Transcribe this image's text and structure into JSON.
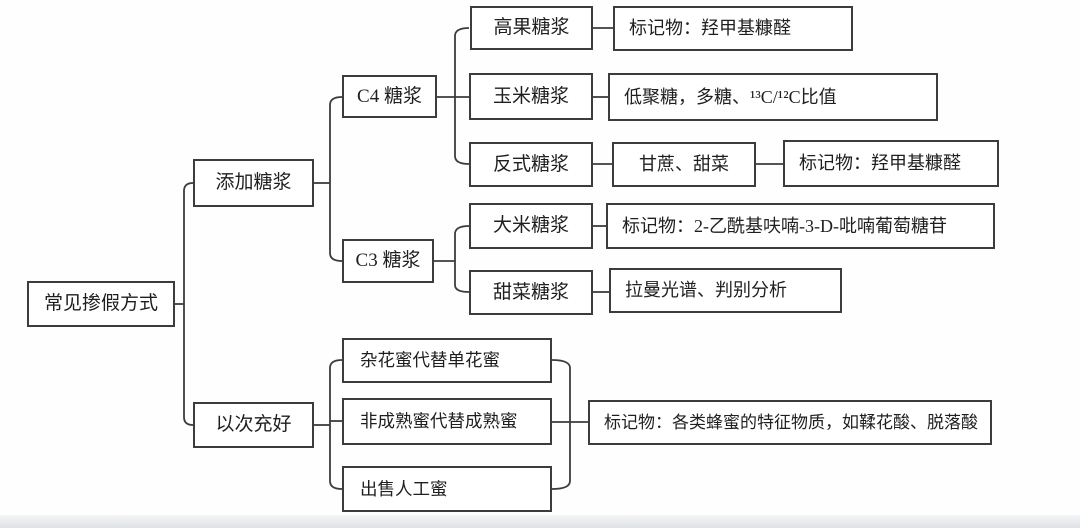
{
  "diagram_title": "常见掺假方式",
  "colors": {
    "line": "#3c3c3c",
    "text": "#1f1f1f",
    "background": "#ffffff",
    "bottom_edge": "#dfe2e6"
  },
  "tree": {
    "root": {
      "label": "常见掺假方式"
    },
    "add_syrup": {
      "label": "添加糖浆",
      "c4": {
        "label": "C4 糖浆",
        "hfcs": {
          "label": "高果糖浆",
          "marker": "标记物：羟甲基糠醛"
        },
        "corn": {
          "label": "玉米糖浆",
          "marker": "低聚糖，多糖、¹³C/¹²C比值"
        },
        "invert": {
          "label": "反式糖浆",
          "source": "甘蔗、甜菜",
          "marker": "标记物：羟甲基糠醛"
        }
      },
      "c3": {
        "label": "C3 糖浆",
        "rice": {
          "label": "大米糖浆",
          "marker": "标记物：2-乙酰基呋喃-3-D-吡喃葡萄糖苷"
        },
        "beet": {
          "label": "甜菜糖浆",
          "marker": "拉曼光谱、判别分析"
        }
      }
    },
    "pass_off_inferior": {
      "label": "以次充好",
      "items": [
        {
          "label": "杂花蜜代替单花蜜"
        },
        {
          "label": "非成熟蜜代替成熟蜜"
        },
        {
          "label": "出售人工蜜"
        }
      ],
      "marker": "标记物：各类蜂蜜的特征物质，如鞣花酸、脱落酸"
    }
  }
}
